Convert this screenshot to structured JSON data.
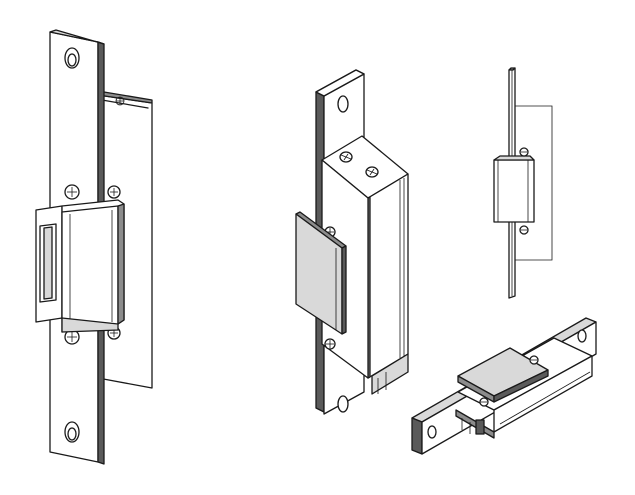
{
  "figure": {
    "views": [
      {
        "id": "front-elevation",
        "label": ""
      },
      {
        "id": "isometric-upright",
        "label": ""
      },
      {
        "id": "side-elevation",
        "label": ""
      },
      {
        "id": "isometric-horizontal",
        "label": ""
      }
    ],
    "colors": {
      "line": "#1a1a1a",
      "face_light": "#ffffff",
      "face_mid": "#d9d9d9",
      "face_dark": "#8c8c8c",
      "face_darker": "#5a5a5a"
    }
  }
}
